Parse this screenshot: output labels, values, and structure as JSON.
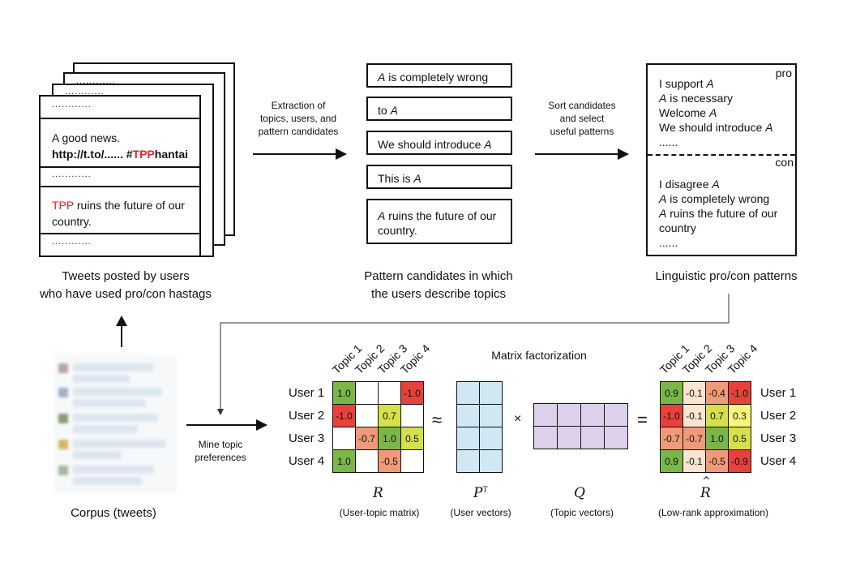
{
  "tweets": {
    "dots": "............",
    "tweet1_line1": "A good news.",
    "tweet1_line2_pre": "http://t.to/...... #",
    "tweet1_hashtag_red": "TPP",
    "tweet1_hashtag_rest": "hantai",
    "tweet2_red": "TPP",
    "tweet2_line1_rest": " ruins the future of our",
    "tweet2_line2": "country.",
    "caption_line1": "Tweets posted by users",
    "caption_line2": "who have used pro/con hastags"
  },
  "arrow1_label": [
    "Extraction of",
    "topics, users, and",
    "pattern candidates"
  ],
  "patterns": {
    "items": [
      {
        "var": "A",
        "text": " is completely wrong",
        "var_first": true
      },
      {
        "var": "A",
        "text": "to ",
        "var_first": false
      },
      {
        "var": "A",
        "text": "We should introduce ",
        "var_first": false
      },
      {
        "var": "A",
        "text": "This is ",
        "var_first": false
      }
    ],
    "last_var": "A",
    "last_line1": " ruins the future of our",
    "last_line2": "country.",
    "caption_line1": "Pattern candidates in which",
    "caption_line2": "the users describe topics"
  },
  "arrow2_label": [
    "Sort candidates",
    "and select",
    "useful patterns"
  ],
  "linguistic": {
    "pro_label": "pro",
    "con_label": "con",
    "pro_lines": [
      {
        "pre": "I support ",
        "var": "A",
        "post": ""
      },
      {
        "pre": "",
        "var": "A",
        "post": " is necessary"
      },
      {
        "pre": "Welcome ",
        "var": "A",
        "post": ""
      },
      {
        "pre": "We should introduce ",
        "var": "A",
        "post": ""
      },
      {
        "pre": "......",
        "var": "",
        "post": ""
      }
    ],
    "con_lines": [
      {
        "pre": "I disagree ",
        "var": "A",
        "post": ""
      },
      {
        "pre": "",
        "var": "A",
        "post": " is completely wrong"
      },
      {
        "pre": "",
        "var": "A",
        "post": " ruins the future of our"
      },
      {
        "pre": "country",
        "var": "",
        "post": ""
      },
      {
        "pre": "......",
        "var": "",
        "post": ""
      }
    ],
    "caption": "Linguistic pro/con patterns"
  },
  "corpus_caption": "Corpus (tweets)",
  "mine_label": [
    "Mine topic",
    "preferences"
  ],
  "factorization_title": "Matrix factorization",
  "topics": [
    "Topic 1",
    "Topic 2",
    "Topic 3",
    "Topic 4"
  ],
  "users": [
    "User 1",
    "User 2",
    "User 3",
    "User 4"
  ],
  "R": {
    "values": [
      [
        "1.0",
        "",
        "",
        "-1.0"
      ],
      [
        "-1.0",
        "",
        "0.7",
        ""
      ],
      [
        "",
        "-0.7",
        "1.0",
        "0.5"
      ],
      [
        "1.0",
        "",
        "-0.5",
        ""
      ]
    ],
    "symbol": "R",
    "caption": "(User-topic matrix)"
  },
  "P": {
    "symbol": "P",
    "sup": "T",
    "caption": "(User vectors)",
    "color": "#cfe8f3"
  },
  "Q": {
    "symbol": "Q",
    "caption": "(Topic vectors)",
    "color": "#ddd0ea"
  },
  "Rhat": {
    "values": [
      [
        "0.9",
        "-0.1",
        "-0.4",
        "-1.0"
      ],
      [
        "-1.0",
        "-0.1",
        "0.7",
        "0.3"
      ],
      [
        "-0.7",
        "-0.7",
        "1.0",
        "0.5"
      ],
      [
        "0.9",
        "-0.1",
        "-0.5",
        "-0.9"
      ]
    ],
    "symbol": "R",
    "hat": "^",
    "caption": "(Low-rank approximation)"
  },
  "ops": {
    "approx": "≈",
    "times": "×",
    "equals": "="
  },
  "colors": {
    "pos_strong": "#7ab648",
    "pos_mid": "#d6e04a",
    "pos_weak": "#f7f57a",
    "neg_strong": "#e8413b",
    "neg_mid": "#ef9a78",
    "neg_weak": "#fbe4d0"
  }
}
